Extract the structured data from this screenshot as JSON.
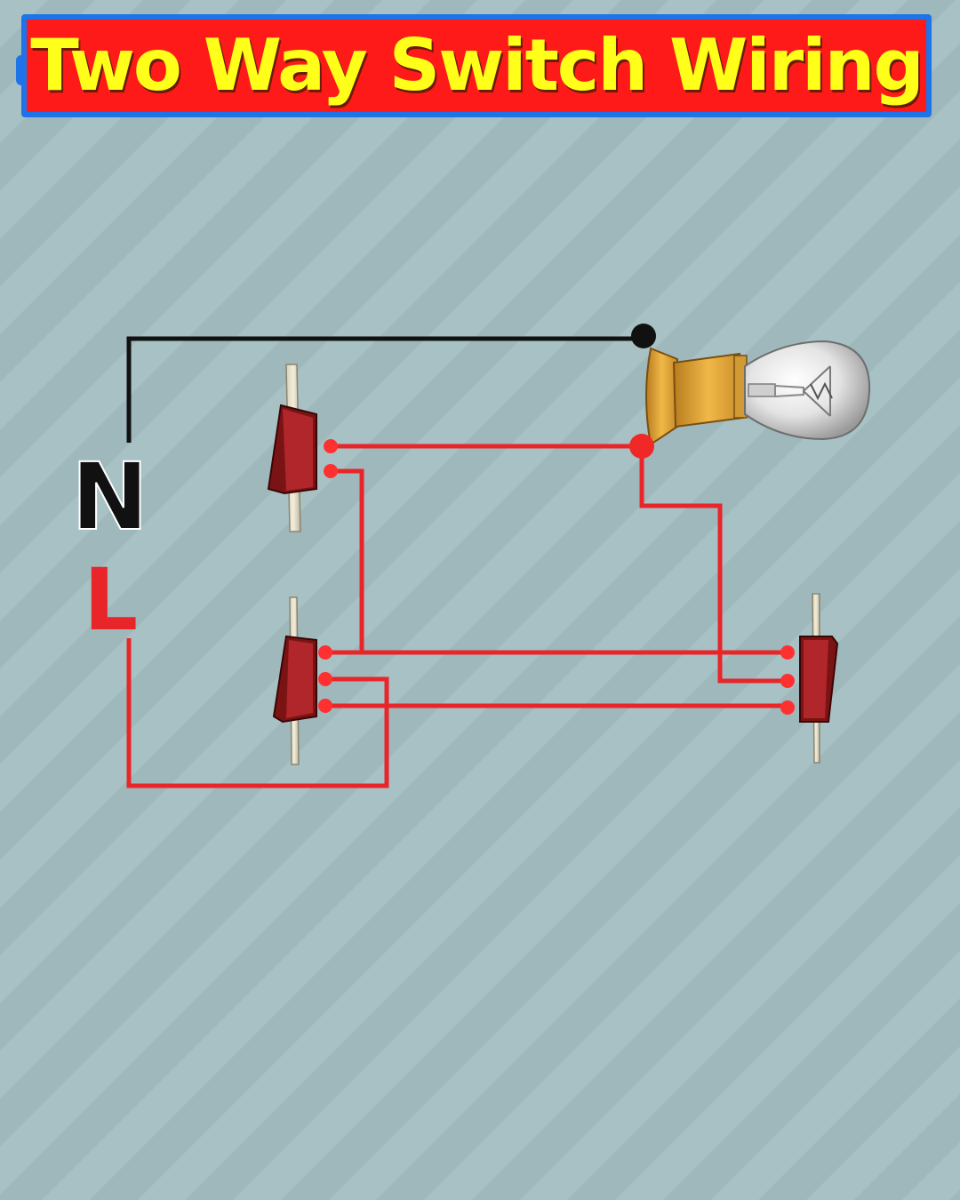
{
  "header": {
    "title": "Two Way Switch Wiring"
  },
  "labels": {
    "neutral": "N",
    "live": "L"
  },
  "colors": {
    "background": "#a3bec2",
    "banner_fill": "#ff1a1a",
    "banner_border": "#1e73e8",
    "title_text": "#ffff1a",
    "live_wire": "#e8262a",
    "neutral_wire": "#111111",
    "bulb_holder": "#e0a030"
  },
  "icons": {
    "bulb": "light-bulb-icon",
    "switch": "rocker-switch-icon"
  }
}
